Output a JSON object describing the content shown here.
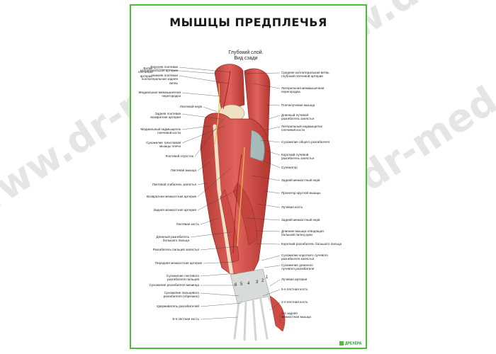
{
  "title": "МЫШЦЫ ПРЕДПЛЕЧЬЯ",
  "subtitle": [
    "Глубокий слой.",
    "Вид сзади"
  ],
  "watermark": "www.dr-med.ru",
  "logo_text": "ДРЕХЕРА",
  "colors": {
    "frame": "#4cbb3a",
    "muscle": "#d9534f",
    "muscle_dark": "#a8302c",
    "tendon": "#d8dcd8",
    "bone": "#efe2c4",
    "artery": "#c0392b",
    "nerve": "#e8c04a"
  },
  "labels_left": [
    {
      "lines": [
        "Ветви",
        "плечевой",
        "артерии"
      ]
    },
    {
      "lines": [
        "Верхняя локтевая",
        "коллатеральная артерия"
      ]
    },
    {
      "lines": [
        "Нижняя локтевая",
        "коллатеральная задняя",
        "ветвь"
      ]
    },
    {
      "lines": [
        "Медиальная межмышечная",
        "перегородка"
      ]
    },
    {
      "lines": [
        "Локтевой нерв"
      ]
    },
    {
      "lines": [
        "Задняя локтевая",
        "возвратная артерия"
      ]
    },
    {
      "lines": [
        "Медиальный надмыщелок",
        "плечевой кости"
      ]
    },
    {
      "lines": [
        "Сухожилие трехглавой",
        "мышцы плеча"
      ]
    },
    {
      "lines": [
        "Локтевой отросток"
      ]
    },
    {
      "lines": [
        "Локтевая мышца"
      ]
    },
    {
      "lines": [
        "Локтевой сгибатель запястья"
      ]
    },
    {
      "lines": [
        "Возвратная межкостная артерия"
      ]
    },
    {
      "lines": [
        "Задняя межкостная артерия"
      ]
    },
    {
      "lines": [
        "Локтевая кость"
      ]
    },
    {
      "lines": [
        "Длинный разгибатель",
        "большого пальца"
      ]
    },
    {
      "lines": [
        "Разгибатель пальцев запястья"
      ]
    },
    {
      "lines": [
        "Передняя межкостная артерия"
      ]
    },
    {
      "lines": [
        "Сухожилие локтевого",
        "разгибателя пальцев"
      ]
    },
    {
      "lines": [
        "Сухожилие разгибателя мизинца"
      ]
    },
    {
      "lines": [
        "Сухожилие пальцевого",
        "разгибателя (обрезано)"
      ]
    },
    {
      "lines": [
        "Удерживатель разгибателей"
      ]
    },
    {
      "lines": [
        "5-я пястная кость"
      ]
    }
  ],
  "labels_right": [
    {
      "lines": [
        "Средняя коллатеральная ветвь",
        "глубокой плечевой артерии"
      ]
    },
    {
      "lines": [
        "Латеральная межмышечная",
        "перегородка"
      ]
    },
    {
      "lines": [
        "Плечелучевая мышца"
      ]
    },
    {
      "lines": [
        "Длинный лучевой",
        "разгибатель запястья"
      ]
    },
    {
      "lines": [
        "Латеральный надмыщелок",
        "плечевой кости"
      ]
    },
    {
      "lines": [
        "Сухожилие общего разгибателя"
      ]
    },
    {
      "lines": [
        "Короткий лучевой",
        "разгибатель запястья"
      ]
    },
    {
      "lines": [
        "Супинатор"
      ]
    },
    {
      "lines": [
        "Задний межкостный нерв"
      ]
    },
    {
      "lines": [
        "Пронатор круглой мышцы"
      ]
    },
    {
      "lines": [
        "Лучевая кость"
      ]
    },
    {
      "lines": [
        "Задний межкостный нерв"
      ]
    },
    {
      "lines": [
        "Длинная мышца отводящая",
        "большой палец руки"
      ]
    },
    {
      "lines": [
        "Короткий разгибатель большого пальца"
      ]
    },
    {
      "lines": [
        "Сухожилие короткого лучевого",
        "разгибателя запястья"
      ]
    },
    {
      "lines": [
        "Сухожилие длинного",
        "лучевого разгибателя"
      ]
    },
    {
      "lines": [
        "Лучевая артерия"
      ]
    },
    {
      "lines": [
        "5-я пястная кость"
      ]
    },
    {
      "lines": [
        "2-я пястная кость"
      ]
    },
    {
      "lines": [
        "1-я задняя",
        "межкостная мышца"
      ]
    }
  ],
  "compartment_numbers": [
    "6",
    "5",
    "4",
    "3",
    "2",
    "1"
  ]
}
